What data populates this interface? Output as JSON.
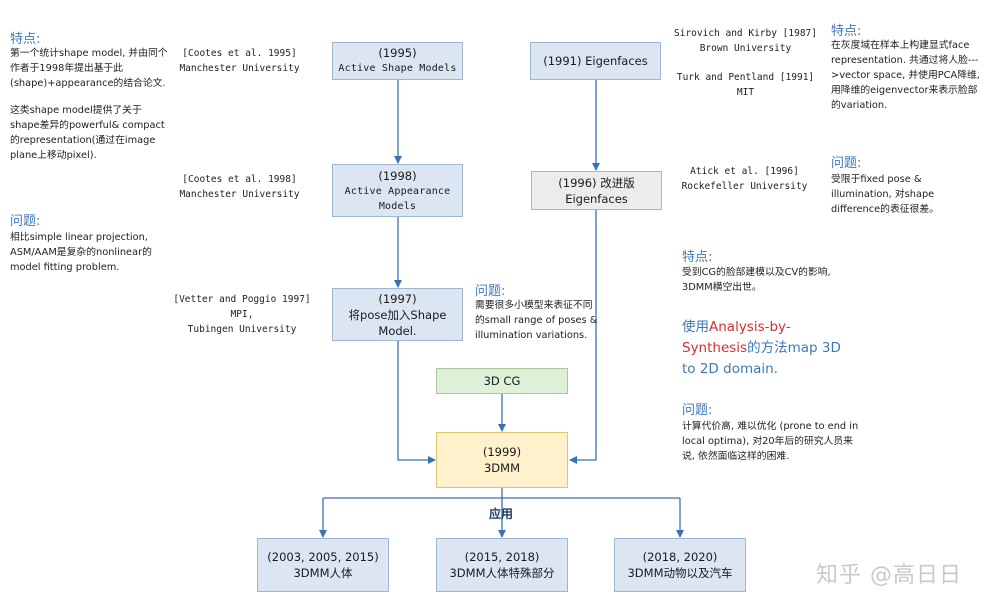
{
  "left_panel": {
    "features_title": "特点:",
    "features_p1": "第一个统计shape model, 并由同个作者于1998年提出基于此(shape)+appearance的结合论文.",
    "features_p2": "这类shape model提供了关于shape差异的powerful& compact的representation(通过在image plane上移动pixel).",
    "problems_title": "问题:",
    "problems_text": "相比simple linear projection, ASM/AAM是复杂的nonlinear的model fitting problem."
  },
  "refs": {
    "asm": "[Cootes et al. 1995]\nManchester University",
    "aam": "[Cootes et al. 1998]\nManchester University",
    "vetter": "[Vetter and Poggio 1997]\nMPI,\nTubingen University",
    "sirovich": "Sirovich and Kirby [1987]\nBrown University",
    "turk": "Turk and Pentland [1991]\nMIT",
    "atick": "Atick et al. [1996]\nRockefeller University"
  },
  "boxes": {
    "asm_year": "(1995)",
    "asm_name": "Active Shape Models",
    "aam_year": "(1998)",
    "aam_name": "Active Appearance Models",
    "pose_year": "(1997)",
    "pose_name": "将pose加入Shape Model.",
    "eigen": "(1991) Eigenfaces",
    "eigen96": "(1996) 改进版 Eigenfaces",
    "cg": "3D CG",
    "mm_year": "(1999)",
    "mm_name": "3DMM",
    "app1_year": "(2003, 2005, 2015)",
    "app1_name": "3DMM人体",
    "app2_year": "(2015, 2018)",
    "app2_name": "3DMM人体特殊部分",
    "app3_year": "(2018, 2020)",
    "app3_name": "3DMM动物以及汽车"
  },
  "middle_note": {
    "title": "问题:",
    "text": "需要很多小模型来表征不同的small range of poses & illumination variations."
  },
  "apply_label": "应用",
  "right_panel": {
    "eigen_features_title": "特点:",
    "eigen_features_text": "在灰度域在样本上构建显式face representation. 共通过将人脸--->vector space, 并使用PCA降维, 用降维的eigenvector来表示脸部的variation.",
    "eigen_problems_title": "问题:",
    "eigen_problems_text": "受限于fixed pose & illumination, 对shape difference的表征很差。",
    "mm_features_title": "特点:",
    "mm_features_text": "受到CG的脸部建模以及CV的影响, 3DMM横空出世。",
    "mm_method_prefix": "使用",
    "mm_method_red": "Analysis-by-Synthesis",
    "mm_method_suffix": "的方法map 3D to 2D domain.",
    "mm_problems_title": "问题:",
    "mm_problems_text": "计算代价高, 难以优化 (prone to end in local optima), 对20年后的研究人员来说, 依然面临这样的困难."
  },
  "watermark": "知乎 @高日日",
  "colors": {
    "box_blue": "#dbe6f2",
    "box_gray": "#ececec",
    "box_green": "#dff0d8",
    "box_yellow": "#fff1cc",
    "arrow": "#3d72b0",
    "heading_blue": "#3f79b5",
    "highlight_red": "#d32f2f"
  }
}
